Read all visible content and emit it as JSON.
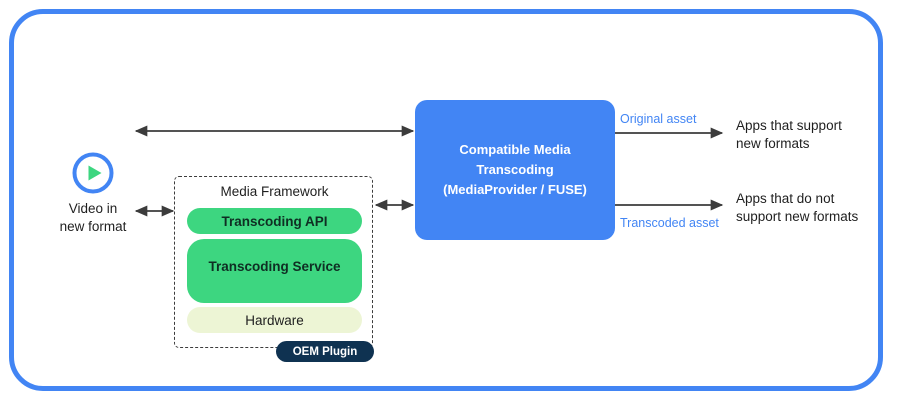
{
  "frame": {
    "accent_color": "#4285f4",
    "background": "#ffffff"
  },
  "source": {
    "icon": "play-circle-icon",
    "label": "Video in\nnew format",
    "ring_color": "#4285f4",
    "triangle_color": "#3dd680"
  },
  "media_framework": {
    "title": "Media Framework",
    "border_style": "dashed",
    "layers": [
      {
        "id": "transcoding-api",
        "label": "Transcoding API",
        "color": "#3dd680"
      },
      {
        "id": "transcoding-service",
        "label": "Transcoding Service",
        "color": "#3dd680"
      },
      {
        "id": "oem-plugin",
        "label": "OEM Plugin",
        "color": "#0f3251"
      },
      {
        "id": "hardware",
        "label": "Hardware",
        "color": "#edf5d5"
      }
    ]
  },
  "cmt": {
    "label": "Compatible Media\nTranscoding\n(MediaProvider / FUSE)",
    "color": "#4285f4"
  },
  "outputs": [
    {
      "asset_label": "Original asset",
      "consumer_label": "Apps that support\nnew formats",
      "asset_color": "#4285f4"
    },
    {
      "asset_label": "Transcoded asset",
      "consumer_label": "Apps that do not\nsupport new formats",
      "asset_color": "#4285f4"
    }
  ],
  "connectors": [
    {
      "id": "video-to-framework",
      "type": "double-arrow",
      "color": "#3c3c3c"
    },
    {
      "id": "framework-to-cmt",
      "type": "double-arrow",
      "color": "#3c3c3c"
    },
    {
      "id": "video-to-cmt-bypass",
      "type": "double-arrow",
      "color": "#3c3c3c"
    },
    {
      "id": "cmt-to-apps-support",
      "type": "arrow",
      "color": "#3c3c3c"
    },
    {
      "id": "cmt-to-apps-nosupport",
      "type": "arrow",
      "color": "#3c3c3c"
    }
  ]
}
